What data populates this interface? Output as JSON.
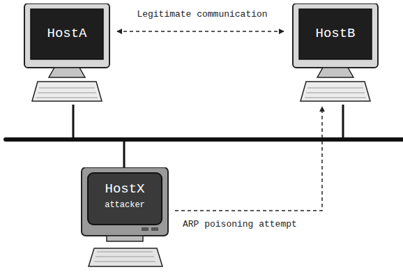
{
  "diagram": {
    "nodes": [
      {
        "text": [
          "HostA"
        ]
      },
      {
        "text": [
          "HostB"
        ]
      },
      {
        "text": [
          "HostX",
          "attacker"
        ]
      }
    ],
    "edges": [
      {
        "from": 0,
        "to": 1,
        "arrow": "both",
        "label": "Legitimate communication"
      },
      {
        "from": 2,
        "to": 1,
        "arrow": "to",
        "label": "ARP poisoning attempt"
      }
    ]
  }
}
